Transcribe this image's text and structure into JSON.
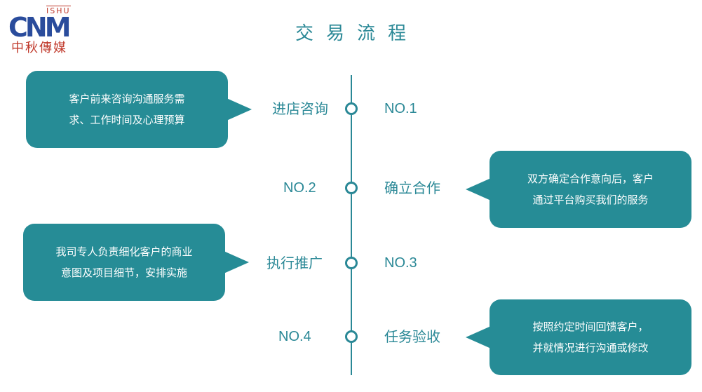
{
  "logo": {
    "brand": "CNM",
    "sub": "ISHU",
    "cn": "中秋傳媒"
  },
  "title": "交易流程",
  "steps": [
    {
      "name": "进店咨询",
      "no": "NO.1",
      "desc_line1": "客户前来咨询沟通服务需",
      "desc_line2": "求、工作时间及心理预算"
    },
    {
      "name": "确立合作",
      "no": "NO.2",
      "desc_line1": "双方确定合作意向后，客户",
      "desc_line2": "通过平台购买我们的服务"
    },
    {
      "name": "执行推广",
      "no": "NO.3",
      "desc_line1": "我司专人负责细化客户的商业",
      "desc_line2": "意图及项目细节，安排实施"
    },
    {
      "name": "任务验收",
      "no": "NO.4",
      "desc_line1": "按照约定时间回馈客户，",
      "desc_line2": "并就情况进行沟通或修改"
    }
  ],
  "colors": {
    "accent": "#2a8896",
    "bubble": "#268c96",
    "logo_blue": "#2a4c9c",
    "logo_red": "#c0392b"
  }
}
